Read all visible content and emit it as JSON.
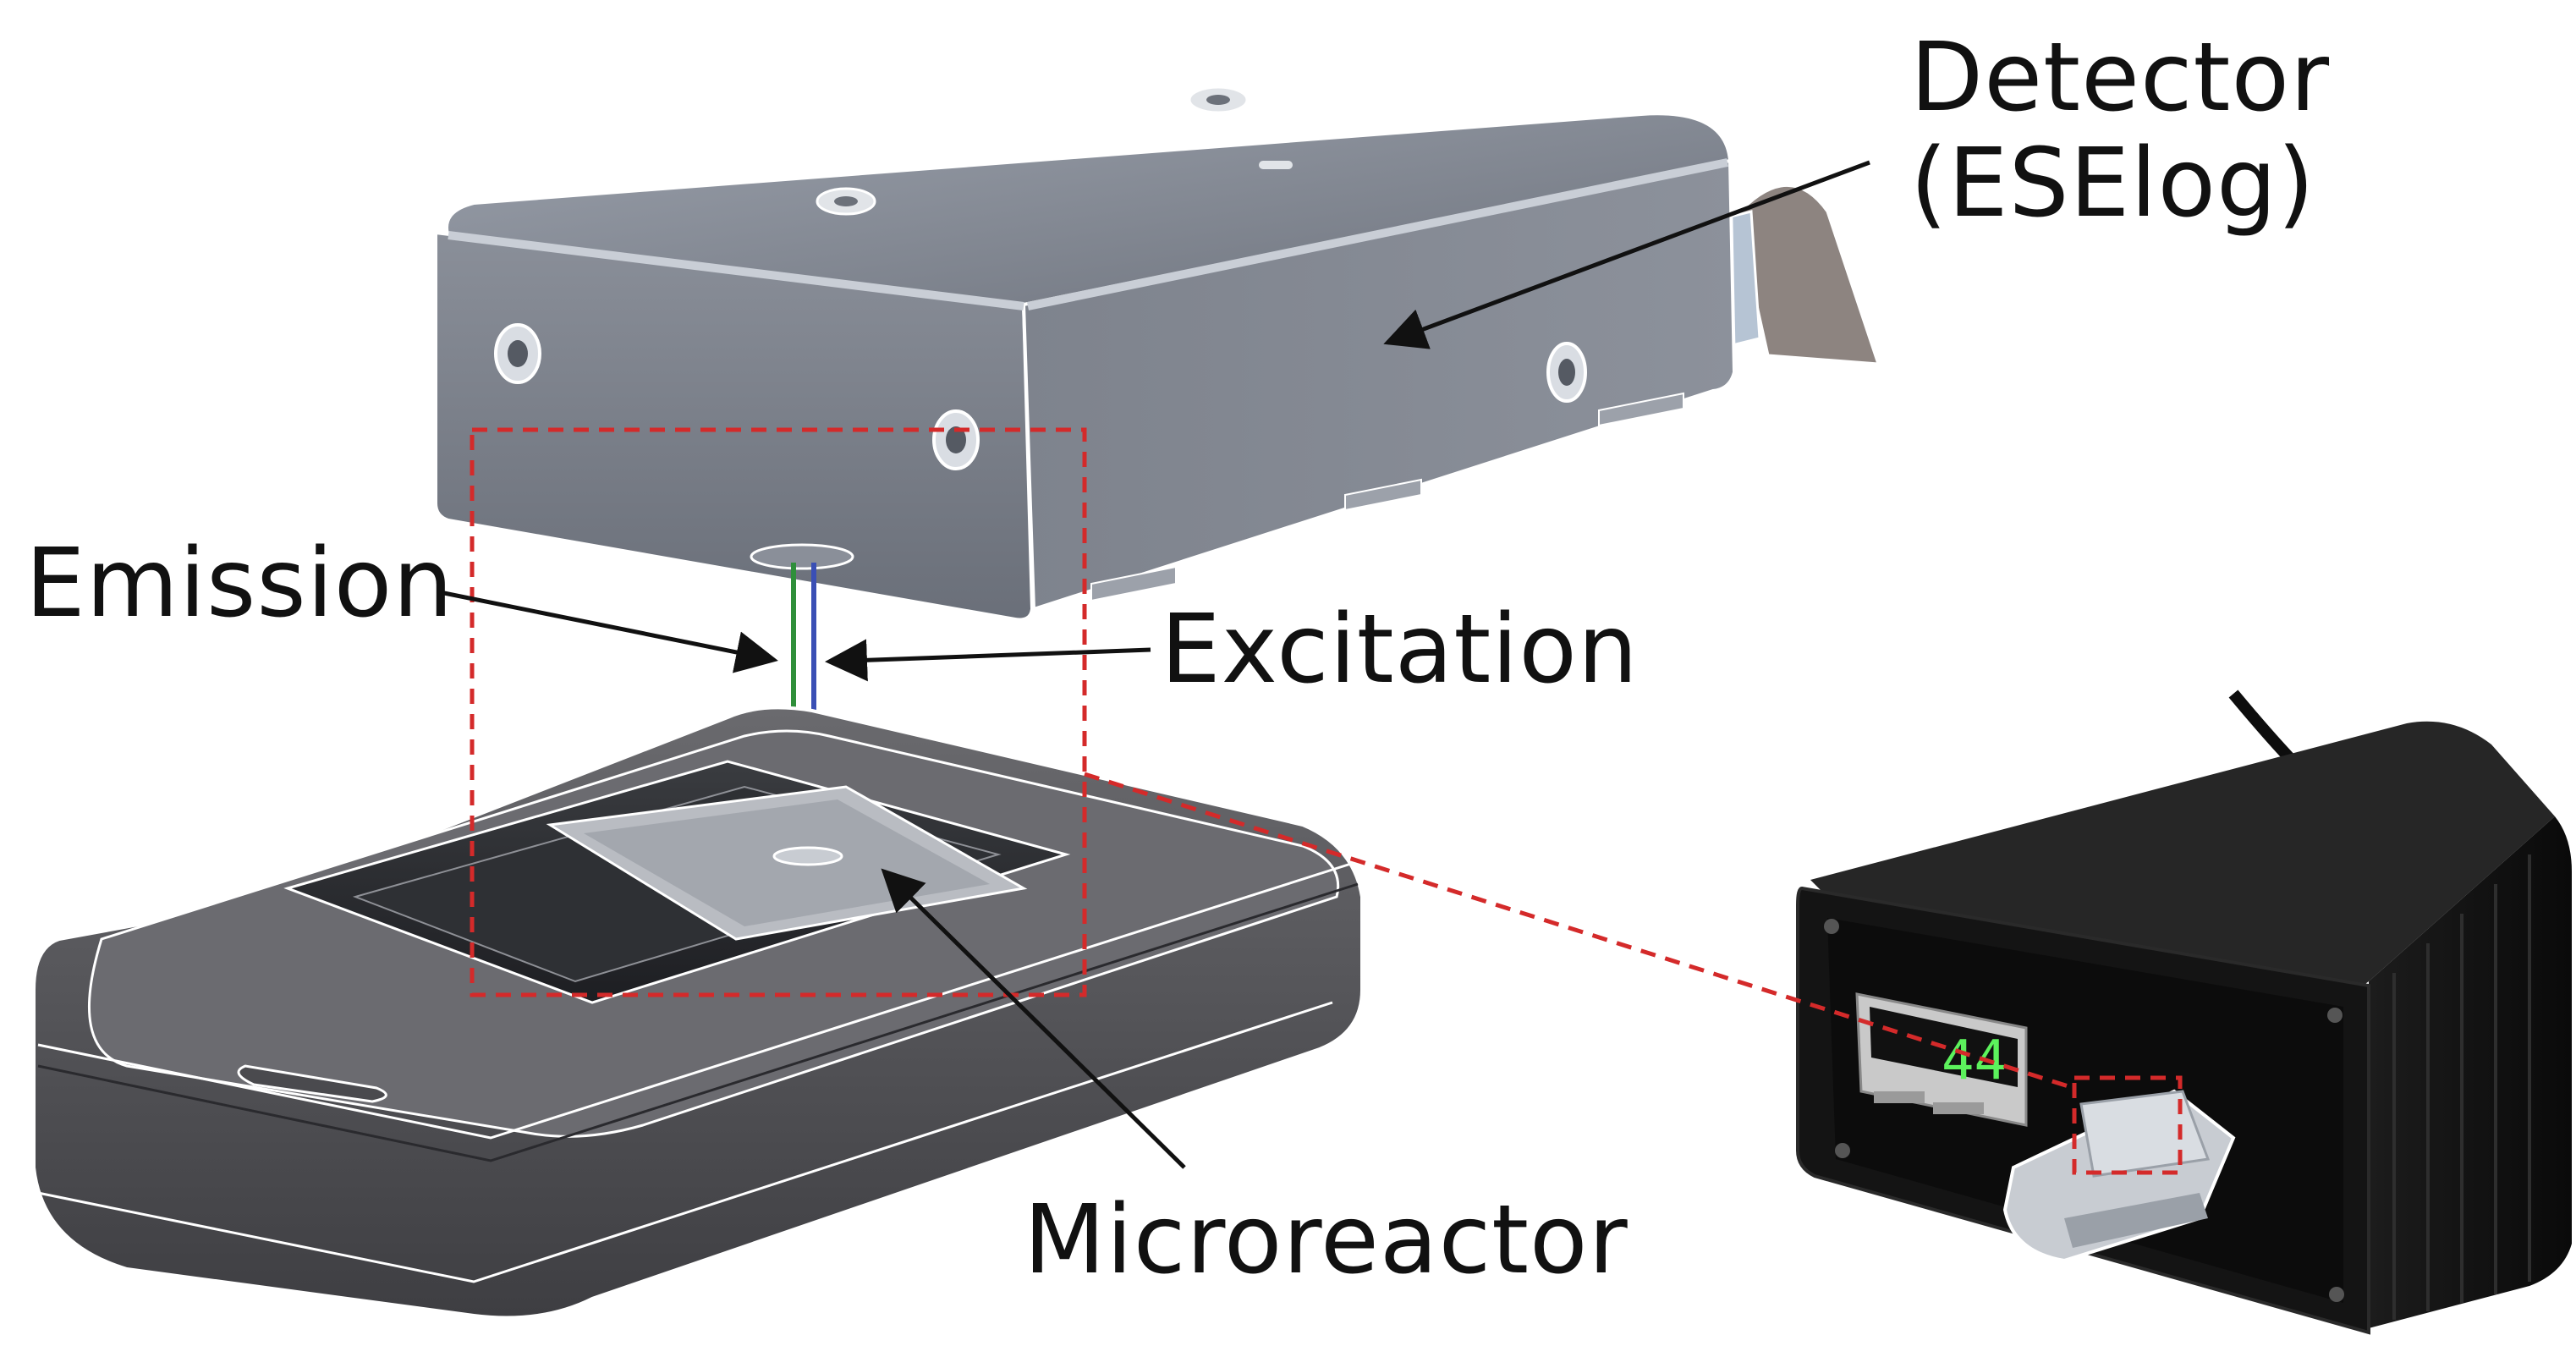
{
  "labels": {
    "detector_line1": "Detector",
    "detector_line2": "(ESElog)",
    "emission": "Emission",
    "excitation": "Excitation",
    "microreactor": "Microreactor"
  },
  "device": {
    "display_value": "44"
  },
  "colors": {
    "callout_dashes": "#d42a2a",
    "emission_fiber": "#2f8f3a",
    "excitation_fiber": "#3a4fb5",
    "arrows": "#111111"
  }
}
